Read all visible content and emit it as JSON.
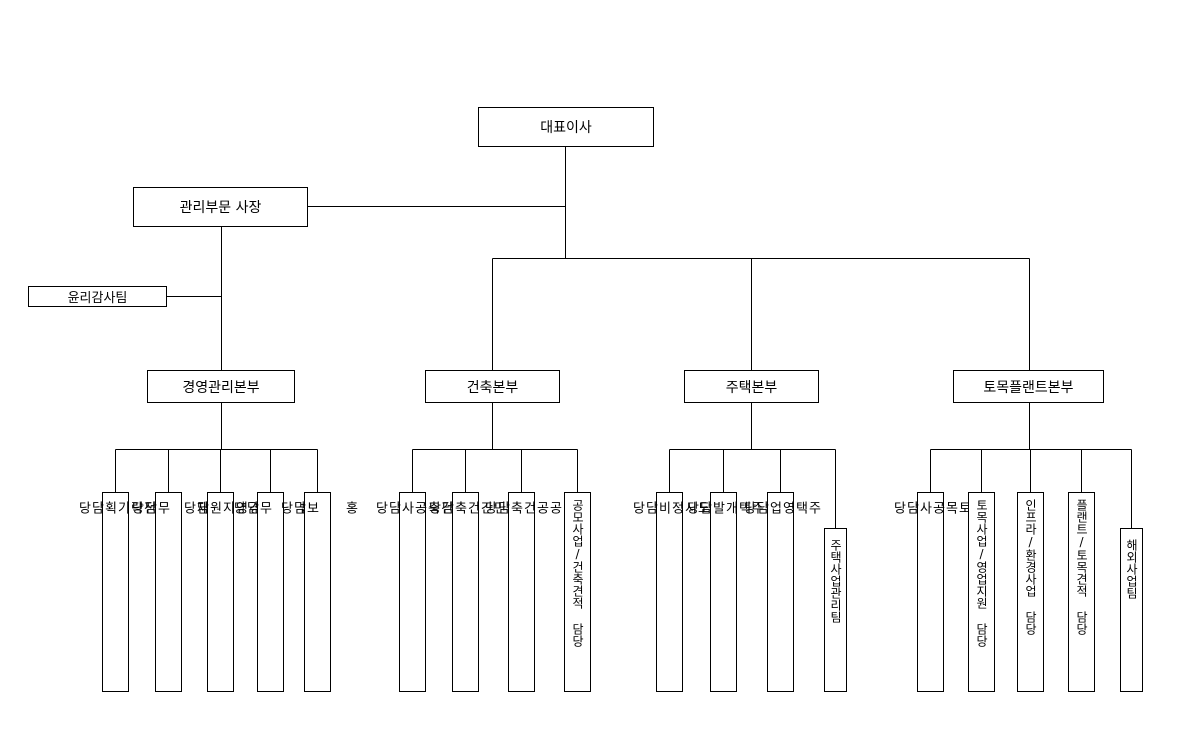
{
  "org": {
    "ceo": "대표이사",
    "admin_head": "관리부문 사장",
    "ethics_team": "윤리감사팀",
    "divisions": [
      {
        "name": "경영관리본부",
        "units": [
          "전\n략\n기\n획\n담\n당",
          "재\n\n\n무\n담\n당",
          "경\n영\n지\n원\n담\n당",
          "법\n\n\n무\n담\n당",
          "홍\n\n\n보\n담\n당"
        ]
      },
      {
        "name": "건축본부",
        "units": [
          "건\n축\n공\n사\n담\n당",
          "민\n간\n건\n축\n담\n당",
          "공\n공\n건\n축\n담\n당",
          "공모사업/건축견적 담당"
        ]
      },
      {
        "name": "주택본부",
        "units": [
          "도\n시\n정\n비\n담\n당",
          "주\n택\n개\n발\n담\n당",
          "주\n택\n영\n업\n담\n당",
          "주택사업관리팀"
        ]
      },
      {
        "name": "토목플랜트본부",
        "units": [
          "토\n목\n공\n사\n담\n당",
          "토목사업/영업지원 담당",
          "인프라/환경사업 담당",
          "플랜트/토목견적 담당",
          "해외사업팀"
        ]
      }
    ]
  }
}
